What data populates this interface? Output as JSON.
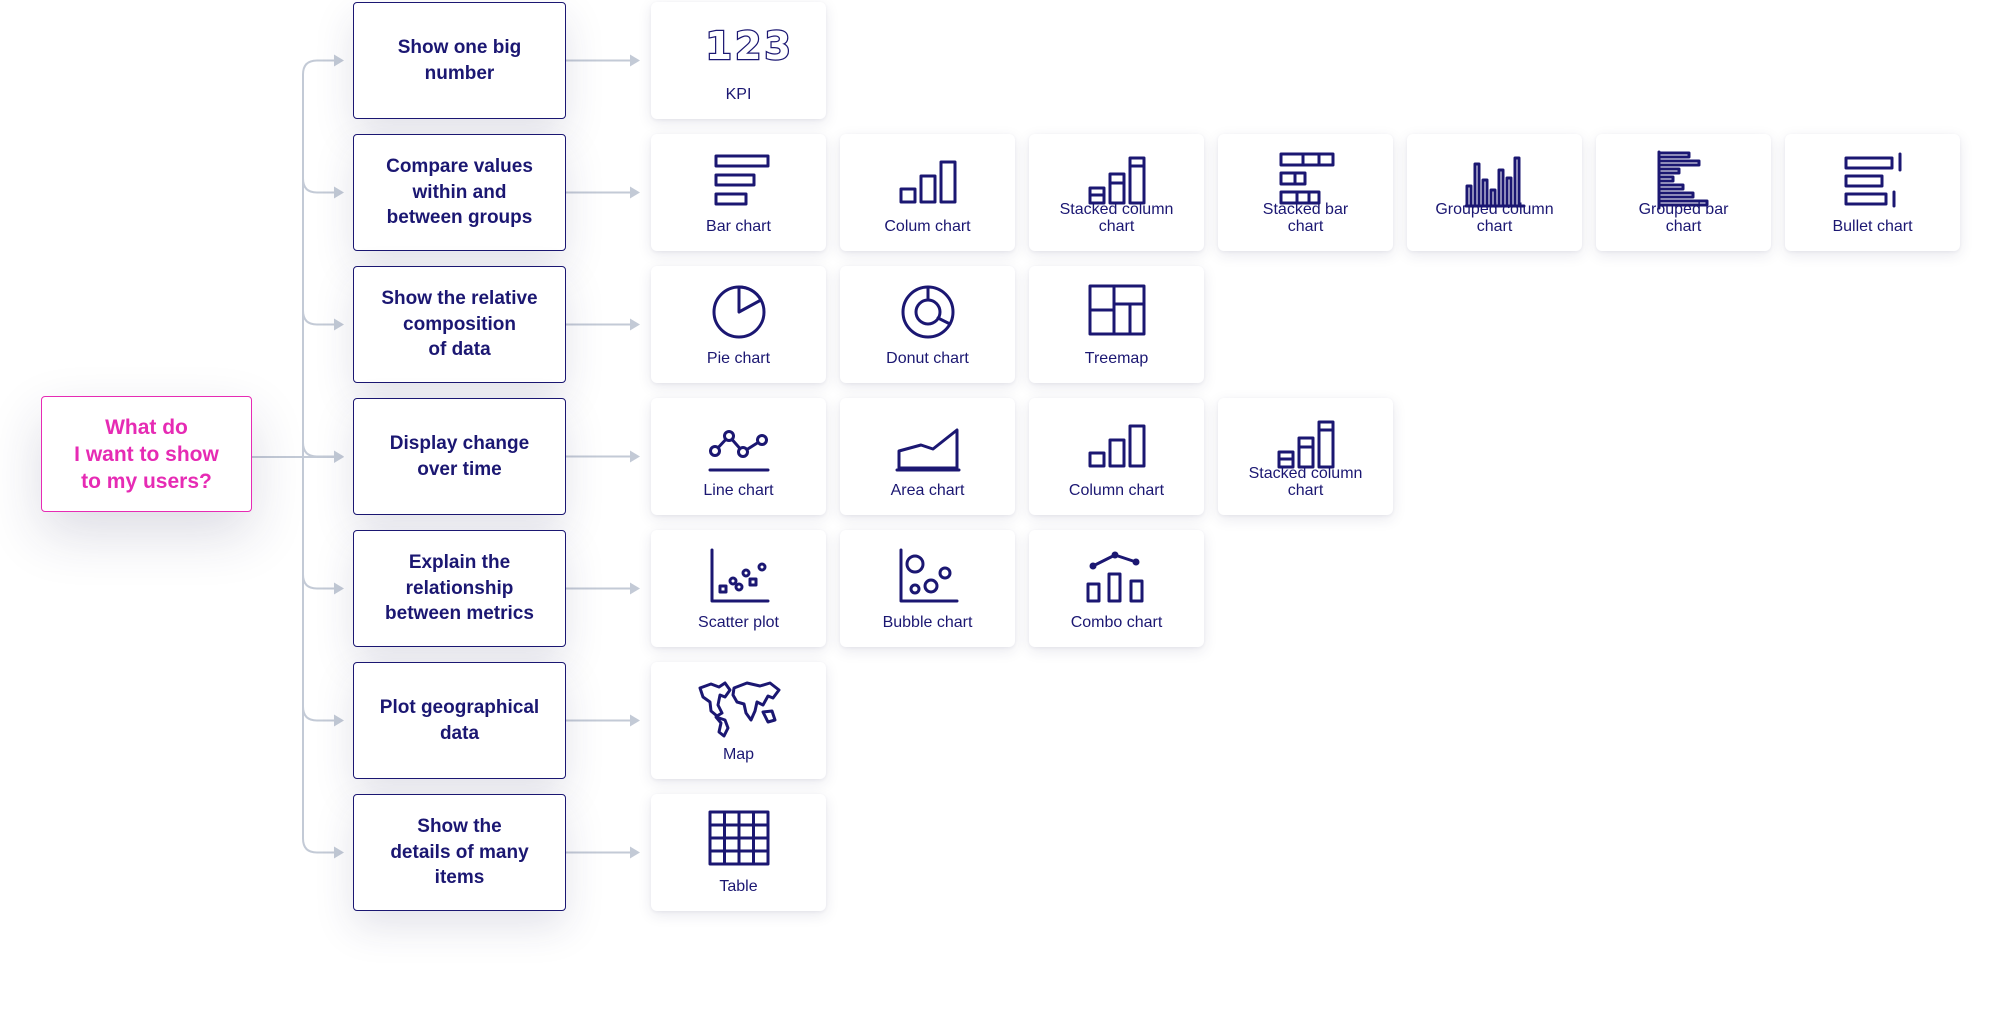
{
  "root_question": "What do\nI want to show\nto my users?",
  "colors": {
    "accent": "#e62bb4",
    "navy": "#1b1772",
    "connector": "#c3cad6"
  },
  "rows": [
    {
      "question": "Show one big\nnumber",
      "charts": [
        {
          "label": "KPI",
          "icon": "kpi-icon",
          "glyph": "123"
        }
      ]
    },
    {
      "question": "Compare values\nwithin and\nbetween groups",
      "charts": [
        {
          "label": "Bar chart",
          "icon": "bar-chart-icon"
        },
        {
          "label": "Colum chart",
          "icon": "column-chart-icon"
        },
        {
          "label": "Stacked column\nchart",
          "icon": "stacked-column-chart-icon"
        },
        {
          "label": "Stacked bar\nchart",
          "icon": "stacked-bar-chart-icon"
        },
        {
          "label": "Grouped column\nchart",
          "icon": "grouped-column-chart-icon"
        },
        {
          "label": "Grouped bar\nchart",
          "icon": "grouped-bar-chart-icon"
        },
        {
          "label": "Bullet chart",
          "icon": "bullet-chart-icon"
        }
      ]
    },
    {
      "question": "Show the relative\ncomposition\nof data",
      "charts": [
        {
          "label": "Pie chart",
          "icon": "pie-chart-icon"
        },
        {
          "label": "Donut chart",
          "icon": "donut-chart-icon"
        },
        {
          "label": "Treemap",
          "icon": "treemap-icon"
        }
      ]
    },
    {
      "question": "Display change\nover time",
      "charts": [
        {
          "label": "Line chart",
          "icon": "line-chart-icon"
        },
        {
          "label": "Area chart",
          "icon": "area-chart-icon"
        },
        {
          "label": "Column chart",
          "icon": "column-chart-icon"
        },
        {
          "label": "Stacked column\nchart",
          "icon": "stacked-column-chart-icon"
        }
      ]
    },
    {
      "question": "Explain the\nrelationship\nbetween metrics",
      "charts": [
        {
          "label": "Scatter plot",
          "icon": "scatter-plot-icon"
        },
        {
          "label": "Bubble chart",
          "icon": "bubble-chart-icon"
        },
        {
          "label": "Combo chart",
          "icon": "combo-chart-icon"
        }
      ]
    },
    {
      "question": "Plot geographical\ndata",
      "charts": [
        {
          "label": "Map",
          "icon": "map-icon"
        }
      ]
    },
    {
      "question": "Show the\ndetails of many\nitems",
      "charts": [
        {
          "label": "Table",
          "icon": "table-icon"
        }
      ]
    }
  ]
}
